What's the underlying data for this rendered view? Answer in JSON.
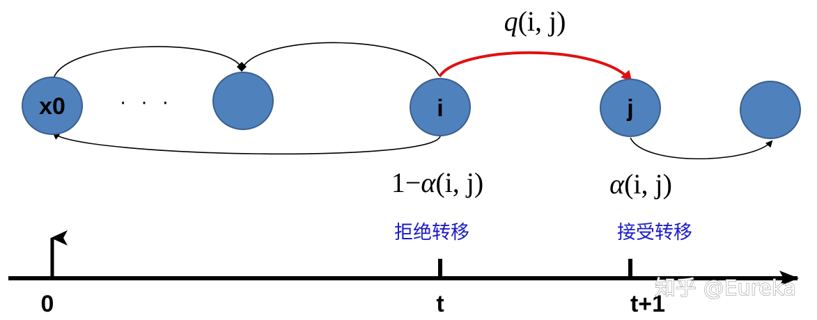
{
  "nodes": {
    "x0": {
      "label": "x0"
    },
    "middle": {
      "label": ""
    },
    "i": {
      "label": "i"
    },
    "j": {
      "label": "j"
    },
    "next": {
      "label": ""
    }
  },
  "ellipsis": "· · ·",
  "proposal": {
    "fn": "q",
    "args": "(i, j)"
  },
  "reject": {
    "prefix": "1−",
    "fn": "α",
    "args": "(i, j)",
    "label": "拒绝转移"
  },
  "accept": {
    "fn": "α",
    "args": "(i, j)",
    "label": "接受转移"
  },
  "timeline": {
    "ticks": [
      "0",
      "t",
      "t+1"
    ]
  },
  "watermark": "知乎 @Eureka",
  "colors": {
    "node_fill": "#4f81bd",
    "node_stroke": "#3a5f8f",
    "proposal_arrow": "#e01010",
    "chinese_label": "#1a1ac8",
    "axis": "#000000"
  }
}
